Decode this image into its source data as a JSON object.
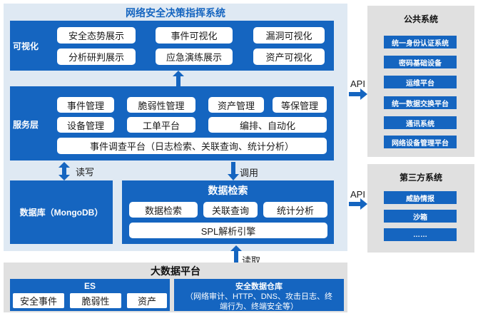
{
  "title": "网络安全决策指挥系统",
  "visual": {
    "label": "可视化",
    "items": [
      "安全态势展示",
      "事件可视化",
      "漏洞可视化",
      "分析研判展示",
      "应急演练展示",
      "资产可视化"
    ]
  },
  "service": {
    "label": "服务层",
    "row1": [
      "事件管理",
      "脆弱性管理",
      "资产管理",
      "等保管理"
    ],
    "row2": [
      "设备管理",
      "工单平台",
      "编排、自动化"
    ],
    "row3": "事件调查平台（日志检索、关联查询、统计分析）"
  },
  "arrows": {
    "readwrite": "读写",
    "call": "调用",
    "read": "读取",
    "api_top": "API",
    "api_bottom": "API"
  },
  "database": "数据库（MongoDB）",
  "search": {
    "title": "数据检索",
    "items": [
      "数据检索",
      "关联查询",
      "统计分析"
    ],
    "spl": "SPL解析引擎"
  },
  "bigdata": {
    "title": "大数据平台",
    "es": {
      "title": "ES",
      "items": [
        "安全事件",
        "脆弱性",
        "资产"
      ]
    },
    "warehouse": {
      "title": "安全数据仓库",
      "desc_line1": "（网络审计、HTTP、DNS、攻击日志、终",
      "desc_line2": "端行为、终端安全等）"
    }
  },
  "public": {
    "title": "公共系统",
    "items": [
      "统一身份认证系统",
      "密码基础设备",
      "运维平台",
      "统一数据交换平台",
      "通讯系统",
      "网络设备管理平台"
    ]
  },
  "third": {
    "title": "第三方系统",
    "items": [
      "威胁情报",
      "沙箱",
      "……"
    ]
  },
  "colors": {
    "primary_blue": "#1565c0",
    "outer_bg": "#dfe9f3",
    "grey_bg": "#e0e0e0"
  }
}
